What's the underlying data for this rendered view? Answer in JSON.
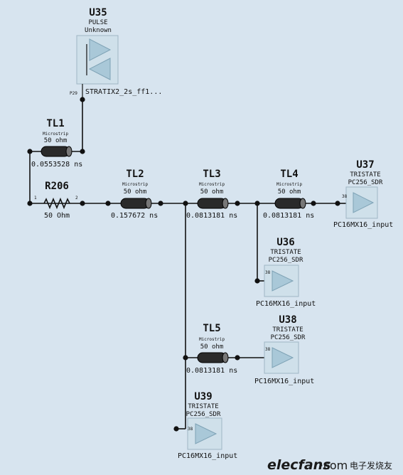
{
  "components": {
    "u35": {
      "ref": "U35",
      "type": "PULSE",
      "model": "Unknown",
      "pin": "P29",
      "part": "STRATIX2_2s_ff1..."
    },
    "tl1": {
      "ref": "TL1",
      "kind": "Microstrip",
      "impedance": "50 ohm",
      "delay": "0.0553528 ns"
    },
    "r206": {
      "ref": "R206",
      "value": "50 Ohm",
      "pin1": "1",
      "pin2": "2"
    },
    "tl2": {
      "ref": "TL2",
      "kind": "Microstrip",
      "impedance": "50 ohm",
      "delay": "0.157672 ns"
    },
    "tl3": {
      "ref": "TL3",
      "kind": "Microstrip",
      "impedance": "50 ohm",
      "delay": "0.0813181 ns"
    },
    "tl4": {
      "ref": "TL4",
      "kind": "Microstrip",
      "impedance": "50 ohm",
      "delay": "0.0813181 ns"
    },
    "tl5": {
      "ref": "TL5",
      "kind": "Microstrip",
      "impedance": "50 ohm",
      "delay": "0.0813181 ns"
    },
    "u37": {
      "ref": "U37",
      "type": "TRISTATE",
      "model": "PC256_SDR",
      "pin": "38",
      "part": "PC16MX16_input"
    },
    "u36": {
      "ref": "U36",
      "type": "TRISTATE",
      "model": "PC256_SDR",
      "pin": "38",
      "part": "PC16MX16_input"
    },
    "u38": {
      "ref": "U38",
      "type": "TRISTATE",
      "model": "PC256_SDR",
      "pin": "38",
      "part": "PC16MX16_input"
    },
    "u39": {
      "ref": "U39",
      "type": "TRISTATE",
      "model": "PC256_SDR",
      "pin": "38",
      "part": "PC16MX16_input"
    }
  },
  "watermark": {
    "brand": "elecfans",
    "domain": "·com",
    "cn": "电子发烧友"
  }
}
